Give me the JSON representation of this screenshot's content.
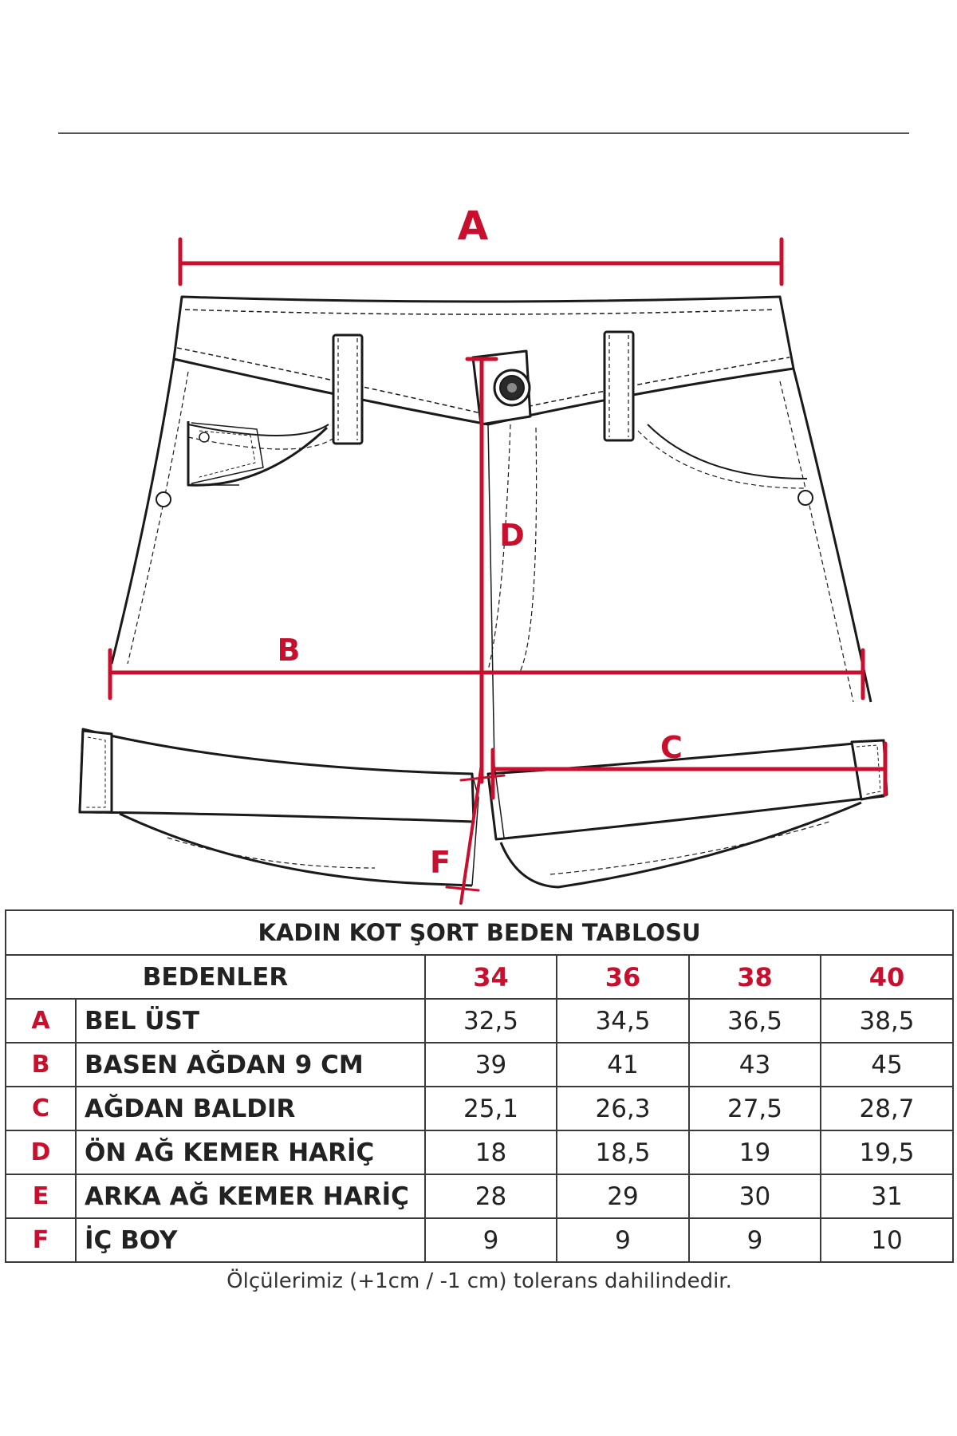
{
  "diagram": {
    "dimension_labels": {
      "A": "A",
      "B": "B",
      "C": "C",
      "D": "D",
      "F": "F"
    },
    "colors": {
      "dimension_line": "#c8102e",
      "garment_outline": "#1a1a1a",
      "rule": "#555555"
    }
  },
  "table": {
    "title": "KADIN KOT ŞORT BEDEN TABLOSU",
    "header_label": "BEDENLER",
    "sizes": [
      "34",
      "36",
      "38",
      "40"
    ],
    "rows": [
      {
        "code": "A",
        "name": "BEL ÜST",
        "values": [
          "32,5",
          "34,5",
          "36,5",
          "38,5"
        ]
      },
      {
        "code": "B",
        "name": "BASEN AĞDAN 9 CM",
        "values": [
          "39",
          "41",
          "43",
          "45"
        ]
      },
      {
        "code": "C",
        "name": "AĞDAN BALDIR",
        "values": [
          "25,1",
          "26,3",
          "27,5",
          "28,7"
        ]
      },
      {
        "code": "D",
        "name": "ÖN AĞ KEMER HARİÇ",
        "values": [
          "18",
          "18,5",
          "19",
          "19,5"
        ]
      },
      {
        "code": "E",
        "name": "ARKA AĞ KEMER HARİÇ",
        "values": [
          "28",
          "29",
          "30",
          "31"
        ]
      },
      {
        "code": "F",
        "name": "İÇ BOY",
        "values": [
          "9",
          "9",
          "9",
          "10"
        ]
      }
    ],
    "note": "Ölçülerimiz (+1cm / -1 cm) tolerans dahilindedir."
  }
}
